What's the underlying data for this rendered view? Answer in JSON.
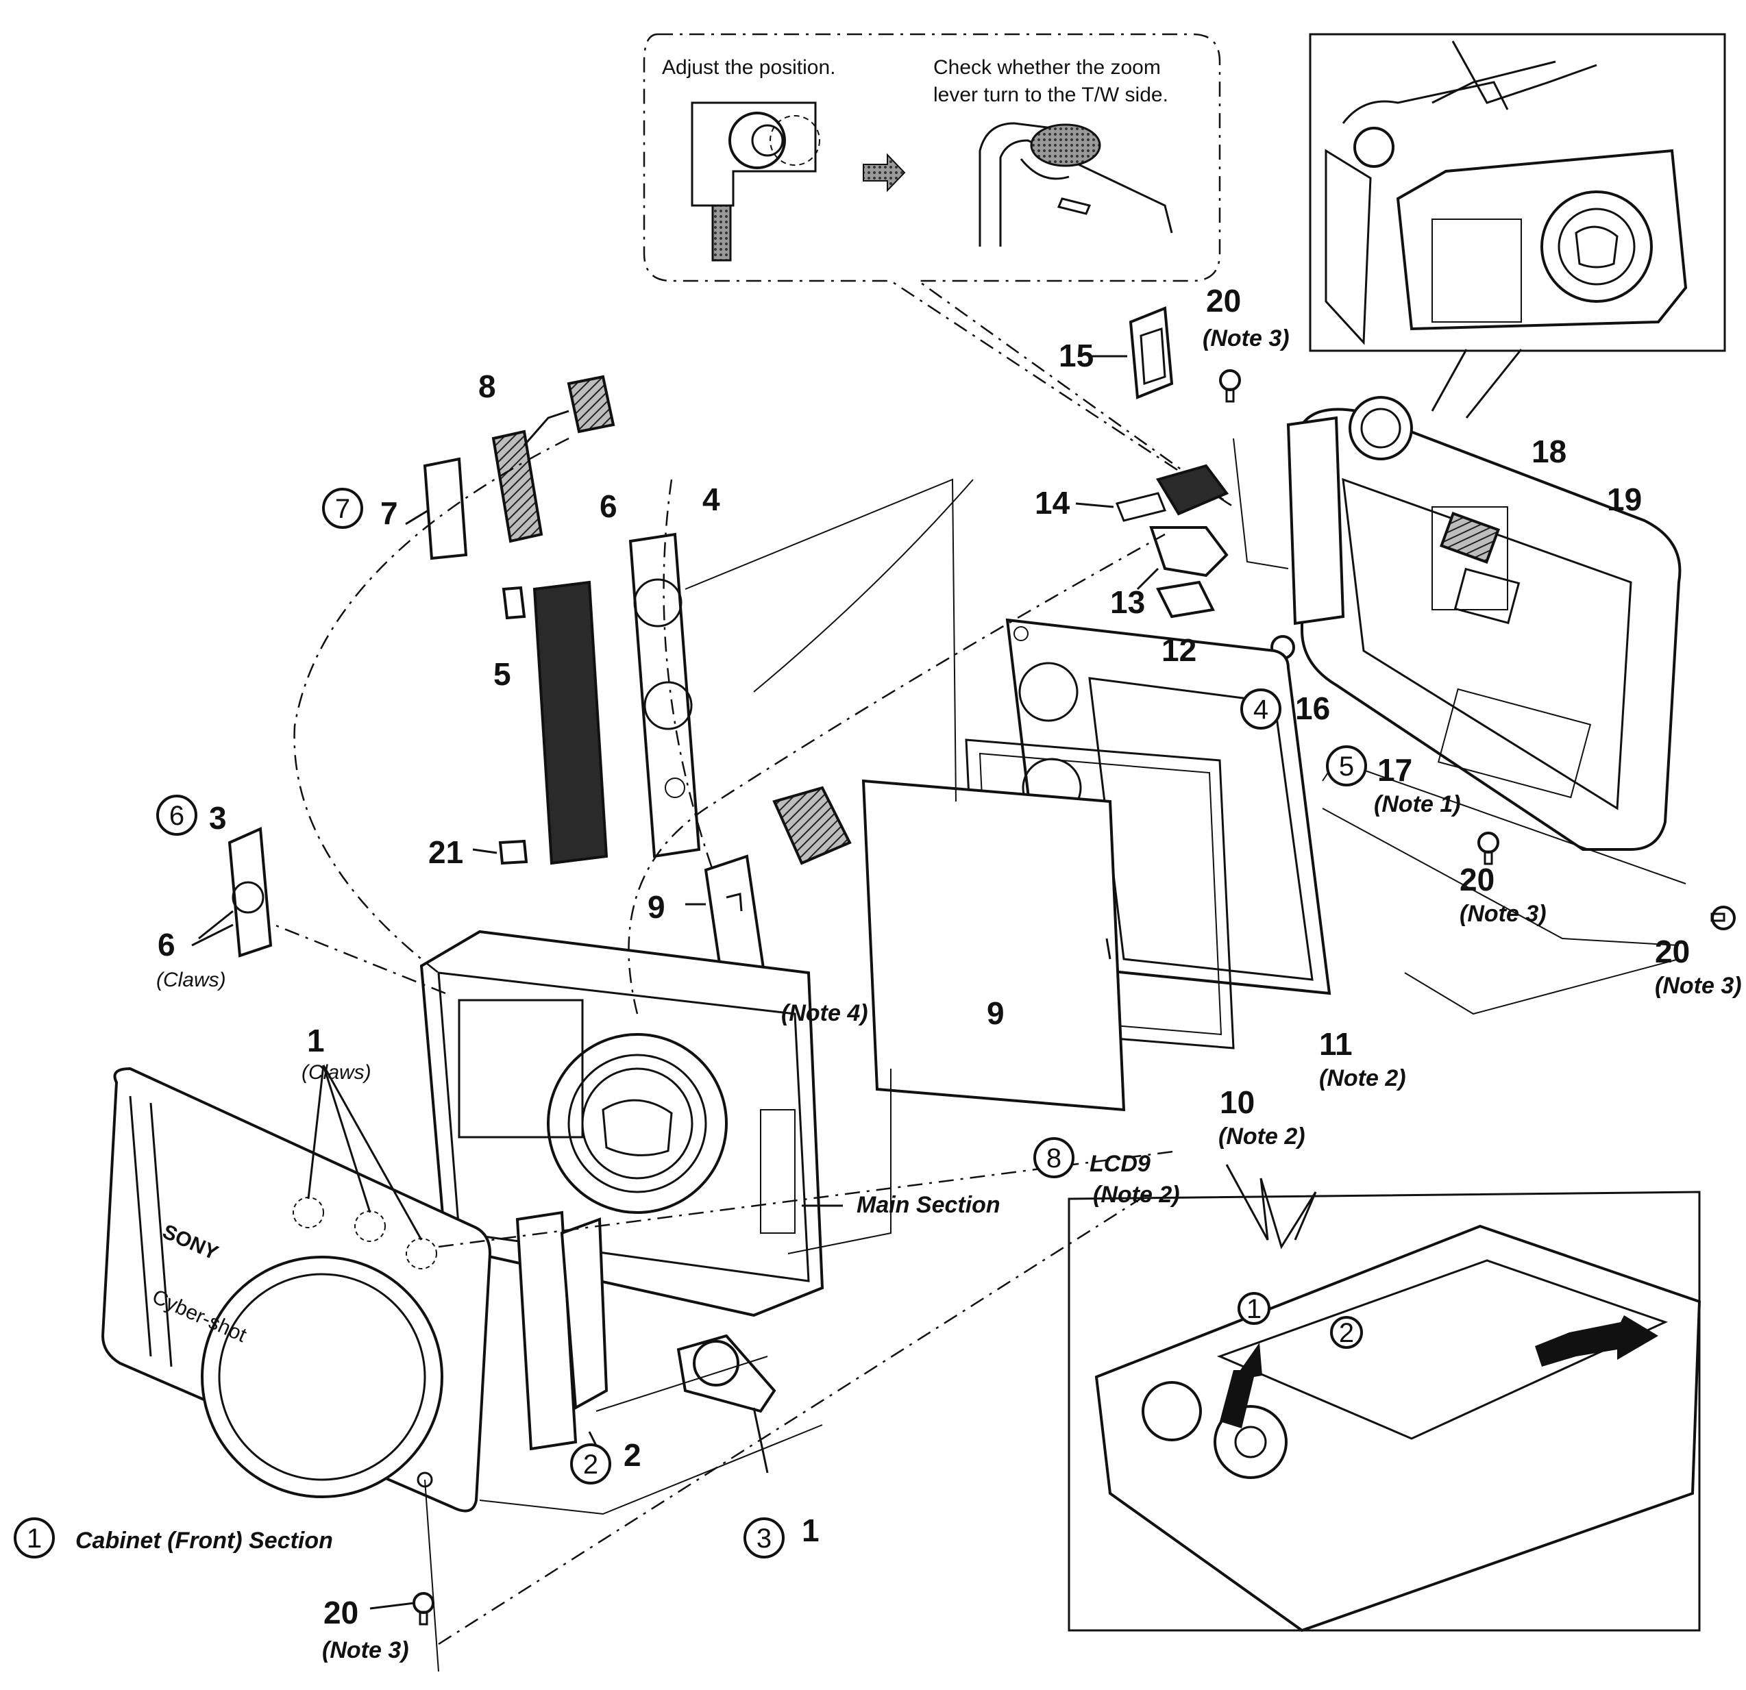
{
  "callout_box": {
    "left_caption": "Adjust the position.",
    "right_caption_line1": "Check whether the zoom",
    "right_caption_line2": "lever turn to the T/W side."
  },
  "section_labels": {
    "main_section": "Main Section",
    "cabinet_front_section": "Cabinet (Front) Section",
    "lcd": "LCD9"
  },
  "notes": {
    "note1": "(Note 1)",
    "note2": "(Note 2)",
    "note3": "(Note 3)",
    "note4": "(Note 4)",
    "note2_lcd": "(Note 2)"
  },
  "claws": {
    "claws_label": "(Claws)"
  },
  "part_numbers": {
    "p1": "1",
    "p2": "2",
    "p3": "3",
    "p4": "4",
    "p5": "5",
    "p6": "6",
    "p7": "7",
    "p8": "8",
    "p9": "9",
    "p10": "10",
    "p11": "11",
    "p12": "12",
    "p13": "13",
    "p14": "14",
    "p15": "15",
    "p16": "16",
    "p17": "17",
    "p18": "18",
    "p19": "19",
    "p20": "20",
    "p21": "21"
  },
  "step_numbers": {
    "s1": "1",
    "s2": "2",
    "s3": "3",
    "s4": "4",
    "s5": "5",
    "s6": "6",
    "s7": "7",
    "s8": "8"
  },
  "inset_steps": {
    "i1": "1",
    "i2": "2"
  },
  "brand_text": {
    "logo": "SONY",
    "model": "Cyber-shot"
  }
}
